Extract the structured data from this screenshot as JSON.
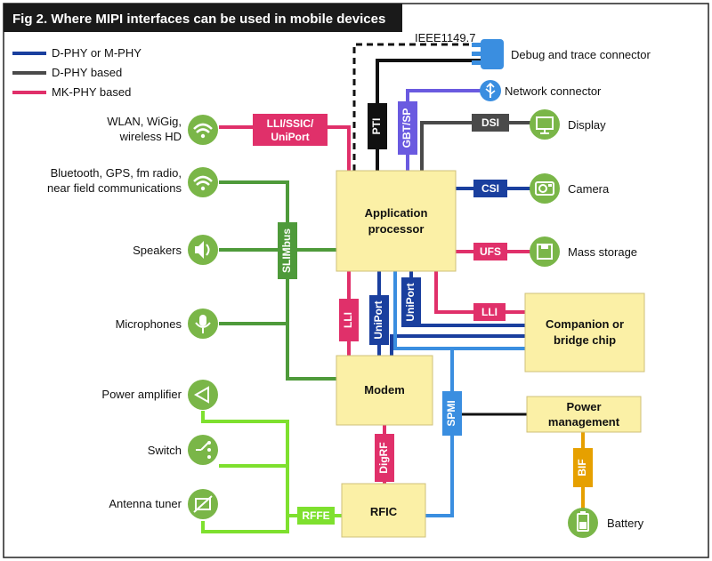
{
  "title": "Fig 2. Where MIPI interfaces can be used in mobile devices",
  "legend": [
    {
      "label": "D-PHY or M-PHY",
      "color": "#1a3f9e"
    },
    {
      "label": "D-PHY based",
      "color": "#4a4a4a"
    },
    {
      "label": "MK-PHY based",
      "color": "#e0306a"
    }
  ],
  "colors": {
    "box_fill": "#fbf0a6",
    "icon_green": "#7ab648",
    "line_blue": "#1a3f9e",
    "line_dark": "#4a4a4a",
    "line_pink": "#e0306a",
    "line_green": "#4e9a3a",
    "line_lime": "#7ee02e",
    "line_lightblue": "#3a8ee0",
    "line_purple": "#6a5ae0",
    "line_orange": "#e6a000"
  },
  "boxes": {
    "app_processor": [
      "Application",
      "processor"
    ],
    "modem": "Modem",
    "rfic": "RFIC",
    "companion": [
      "Companion or",
      "bridge chip"
    ],
    "power_mgmt": [
      "Power",
      "management"
    ]
  },
  "left_devices": {
    "wlan": [
      "WLAN, WiGig,",
      "wireless HD"
    ],
    "bluetooth": [
      "Bluetooth, GPS, fm radio,",
      "near field communications"
    ],
    "speakers": "Speakers",
    "microphones": "Microphones",
    "power_amplifier": "Power amplifier",
    "switch": "Switch",
    "antenna_tuner": "Antenna tuner"
  },
  "right_devices": {
    "debug": "Debug and trace connector",
    "network": "Network connector",
    "display": "Display",
    "camera": "Camera",
    "mass_storage": "Mass storage",
    "battery": "Battery"
  },
  "interfaces": {
    "ieee": "IEEE1149.7",
    "pti": "PTI",
    "gbt_sp": "GBT/SP",
    "dsi": "DSI",
    "csi": "CSI",
    "ufs": "UFS",
    "lli_ssic": [
      "LLI/SSIC/",
      "UniPort"
    ],
    "slimbus": "SLIMbus",
    "lli_left": "LLI",
    "uniport_a": "UniPort",
    "uniport_b": "UniPort",
    "lli_right": "LLI",
    "spmi": "SPMI",
    "digrf": "DigRF",
    "rffe": "RFFE",
    "bif": "BIF"
  }
}
